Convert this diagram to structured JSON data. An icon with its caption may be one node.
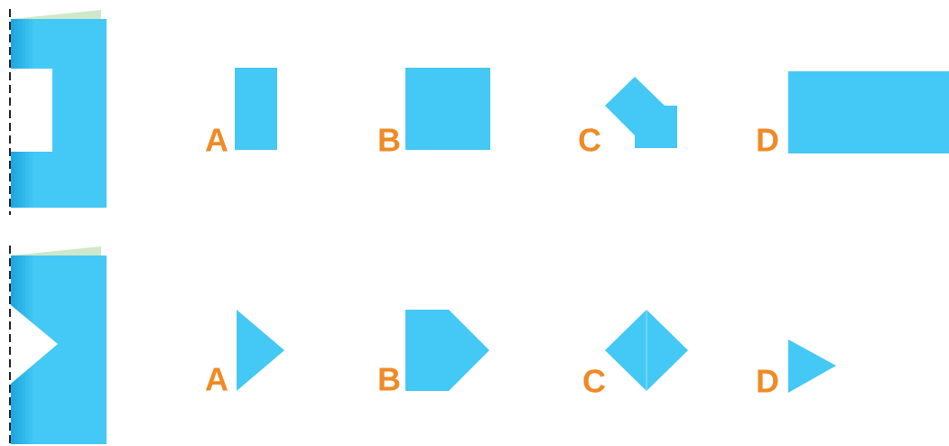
{
  "diagram": {
    "labels": [
      "A",
      "B",
      "C",
      "D",
      "A",
      "B",
      "C",
      "D"
    ]
  }
}
